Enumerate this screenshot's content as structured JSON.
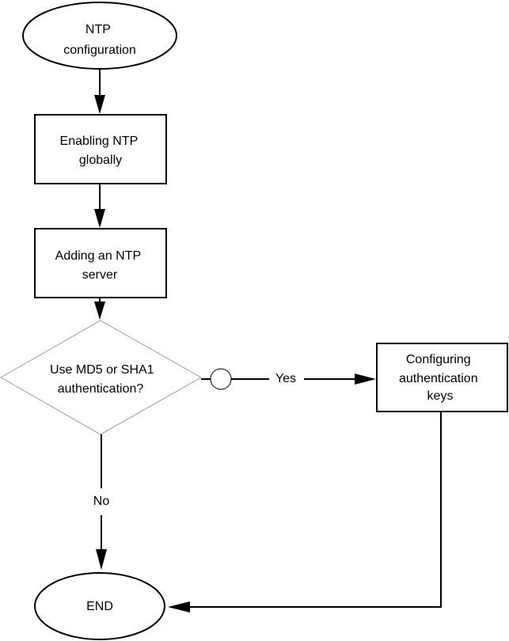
{
  "nodes": {
    "start": {
      "lines": [
        "NTP",
        "configuration"
      ]
    },
    "enable_ntp": {
      "lines": [
        "Enabling NTP",
        "globally"
      ]
    },
    "add_server": {
      "lines": [
        "Adding an NTP",
        "server"
      ]
    },
    "decision": {
      "lines": [
        "Use MD5 or SHA1",
        "authentication?"
      ]
    },
    "auth_keys": {
      "lines": [
        "Configuring",
        "authentication",
        "keys"
      ]
    },
    "end": {
      "lines": [
        "END"
      ]
    }
  },
  "edges": {
    "yes_label": "Yes",
    "no_label": "No"
  }
}
